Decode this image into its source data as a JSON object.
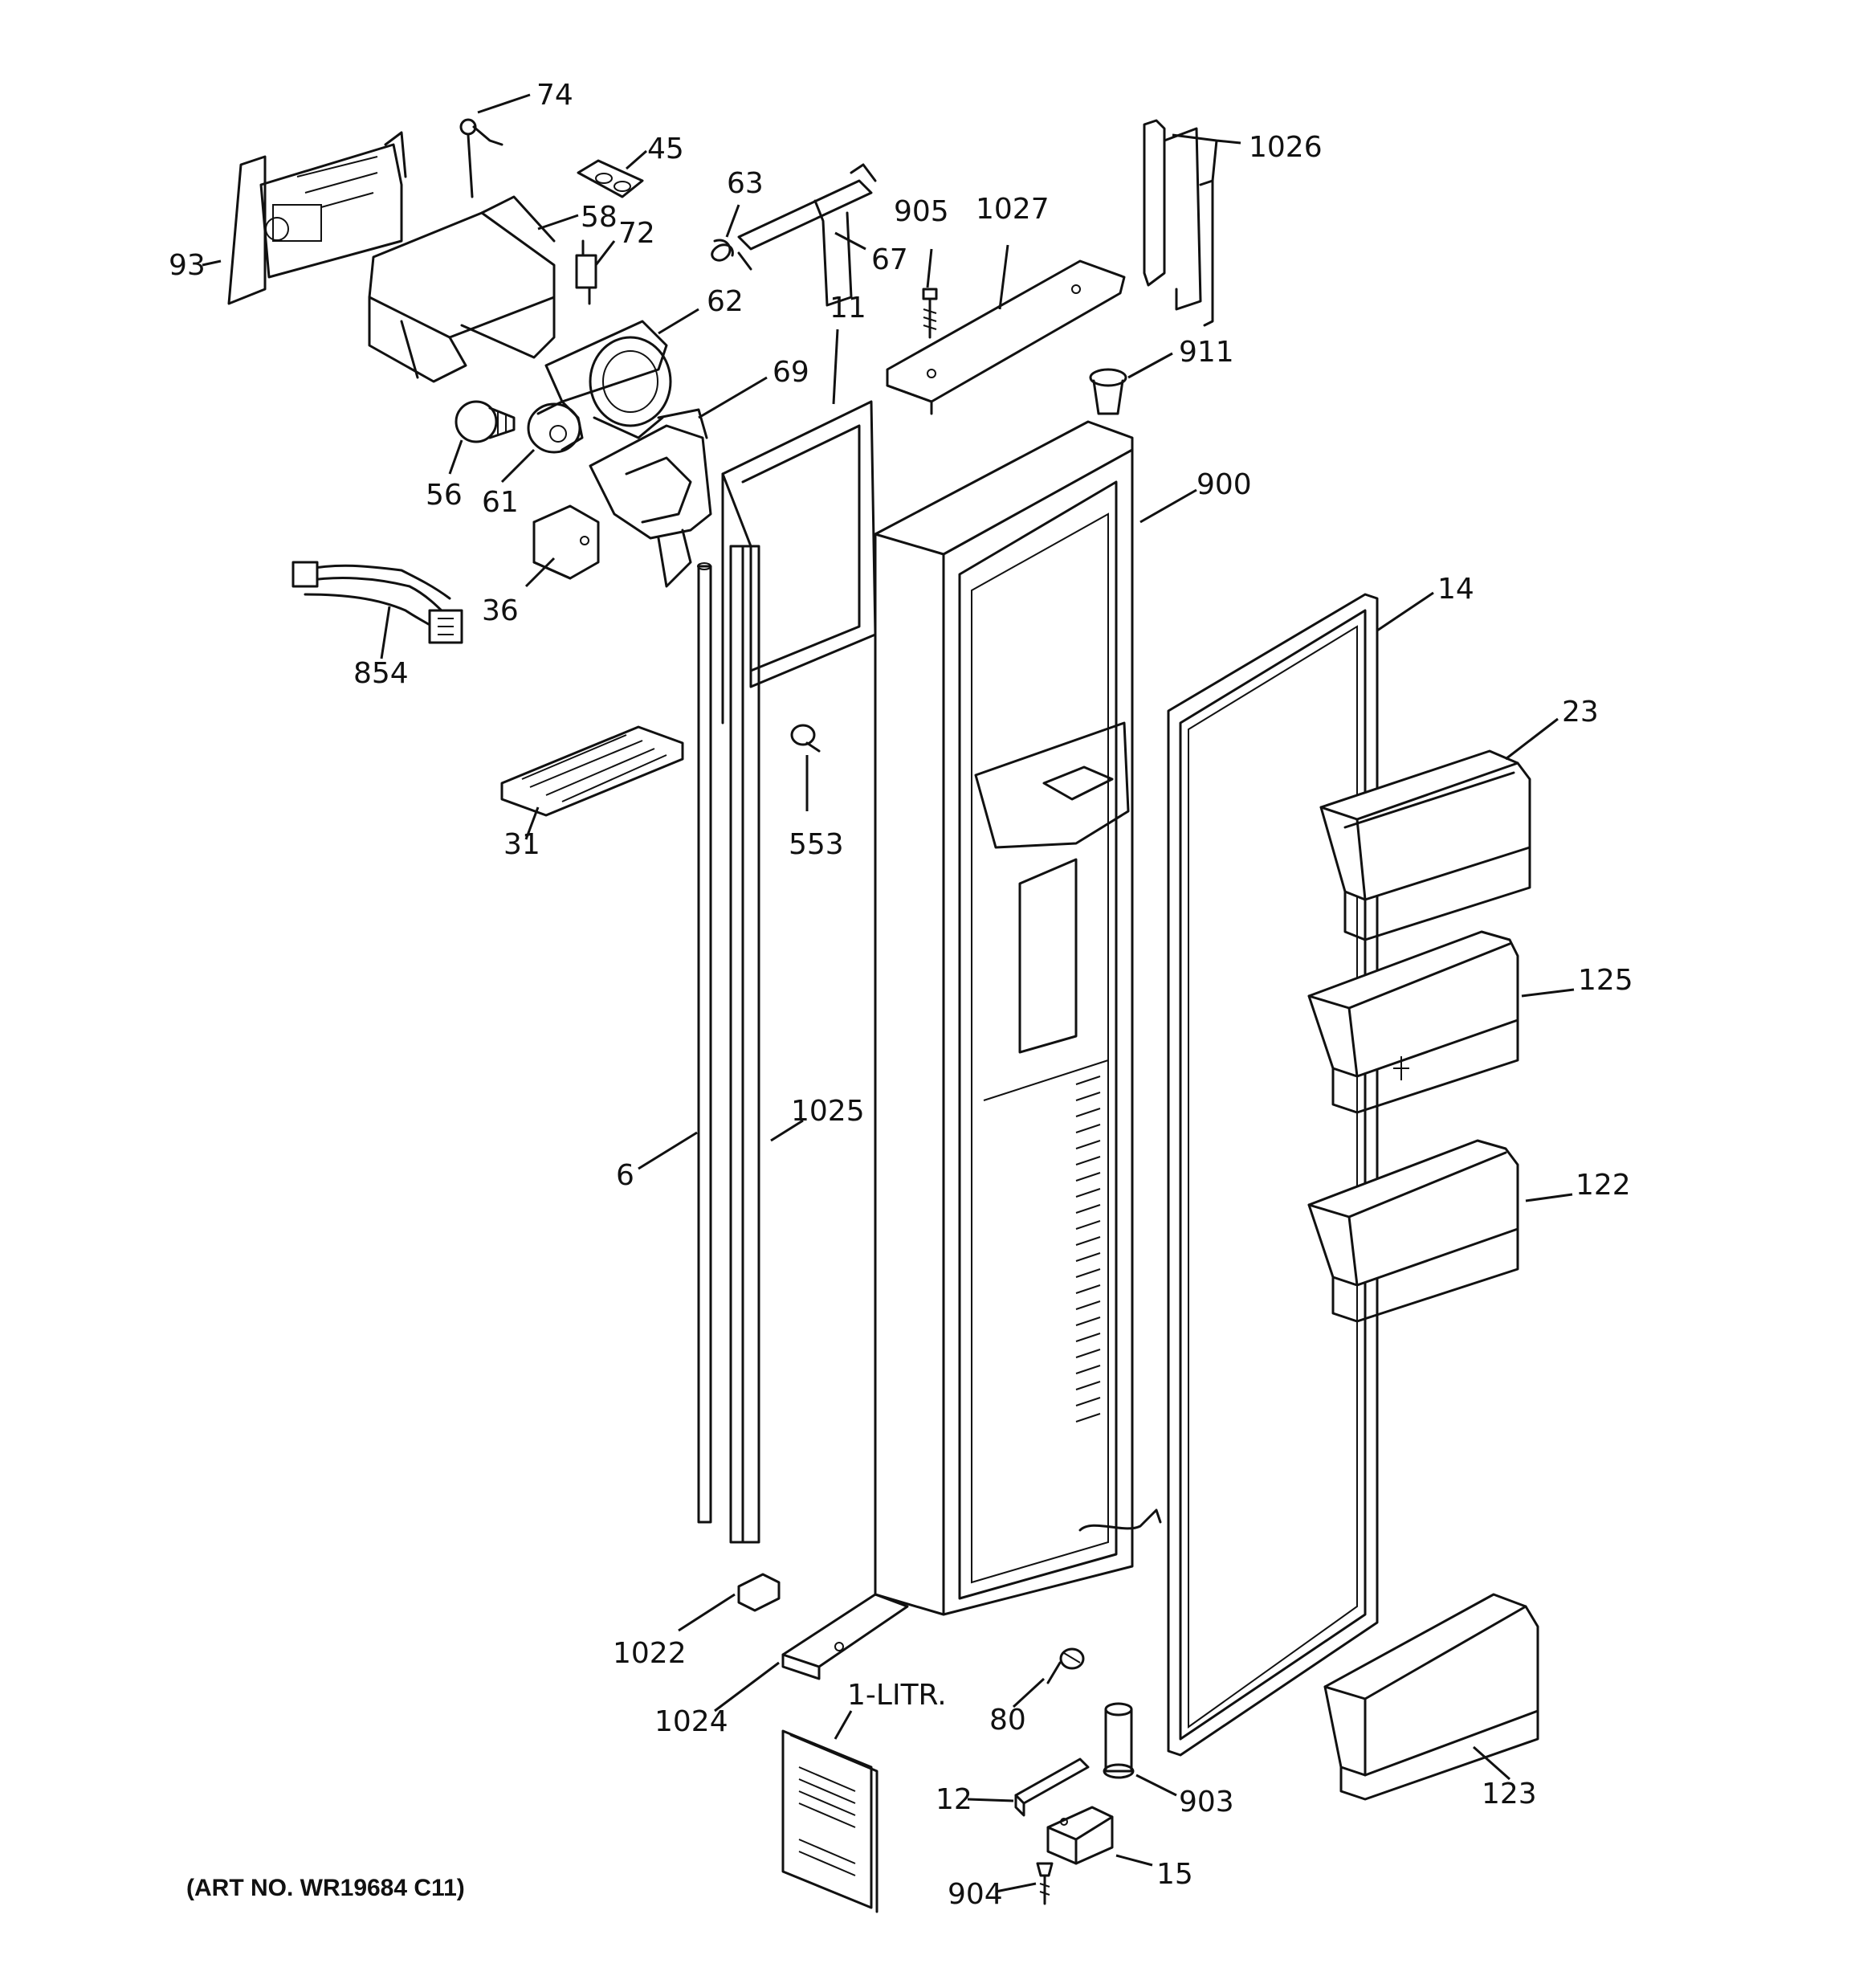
{
  "labels": {
    "p74": "74",
    "p45": "45",
    "p63": "63",
    "p1026": "1026",
    "p58": "58",
    "p905": "905",
    "p1027": "1027",
    "p72": "72",
    "p93": "93",
    "p67": "67",
    "p62": "62",
    "p11": "11",
    "p911": "911",
    "p69": "69",
    "p900": "900",
    "p56": "56",
    "p61": "61",
    "p14": "14",
    "p36": "36",
    "p854": "854",
    "p23": "23",
    "p553": "553",
    "p31": "31",
    "p125": "125",
    "p1025": "1025",
    "p6": "6",
    "p122": "122",
    "p1022": "1022",
    "p1024": "1024",
    "p1litr": "1-LITR.",
    "p80": "80",
    "p12": "12",
    "p903": "903",
    "p123": "123",
    "p904": "904",
    "p15": "15"
  },
  "footer": {
    "art_number": "(ART NO. WR19684 C11)"
  }
}
